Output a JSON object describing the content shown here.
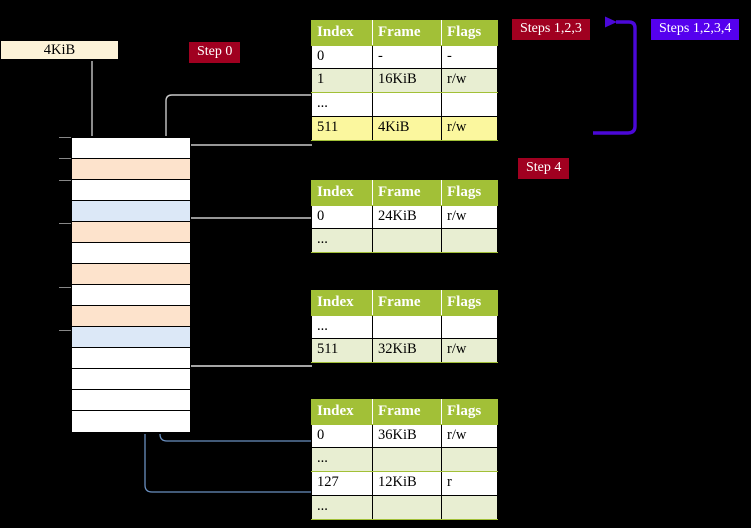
{
  "diagram": {
    "title_labels": {
      "memory_block": "4KiB",
      "step0": "Step 0",
      "step4": "Step 4",
      "steps123": "Steps 1,2,3",
      "steps1234": "Steps 1,2,3,4"
    },
    "colors": {
      "table_header": "#a2c037",
      "table_alt_row": "#e8eed2",
      "highlight": "#fbf79e",
      "badge_red": "#a00020",
      "badge_purple": "#5500ee",
      "memory_orange": "#fde3cc",
      "memory_blue": "#dce8f7",
      "memory_box": "#fdf3d8",
      "wire_gray": "#b0b0b0",
      "wire_blue": "#6a8fc0",
      "arrow_blue": "#4a6fa5",
      "arrow_gray": "#c8c8c8"
    },
    "tables": [
      {
        "name": "level4-table",
        "headers": [
          "Index",
          "Frame",
          "Flags"
        ],
        "rows": [
          {
            "index": "0",
            "frame": "-",
            "flags": "-",
            "alt": false,
            "highlight": false
          },
          {
            "index": "1",
            "frame": "16KiB",
            "flags": "r/w",
            "alt": true,
            "highlight": false
          },
          {
            "index": "...",
            "frame": "",
            "flags": "",
            "alt": false,
            "highlight": false
          },
          {
            "index": "511",
            "frame": "4KiB",
            "flags": "r/w",
            "alt": true,
            "highlight": true
          }
        ]
      },
      {
        "name": "level3-table",
        "headers": [
          "Index",
          "Frame",
          "Flags"
        ],
        "rows": [
          {
            "index": "0",
            "frame": "24KiB",
            "flags": "r/w",
            "alt": false,
            "highlight": false
          },
          {
            "index": "...",
            "frame": "",
            "flags": "",
            "alt": true,
            "highlight": false
          }
        ]
      },
      {
        "name": "level2-table",
        "headers": [
          "Index",
          "Frame",
          "Flags"
        ],
        "rows": [
          {
            "index": "...",
            "frame": "",
            "flags": "",
            "alt": false,
            "highlight": false
          },
          {
            "index": "511",
            "frame": "32KiB",
            "flags": "r/w",
            "alt": true,
            "highlight": false
          }
        ]
      },
      {
        "name": "level1-table",
        "headers": [
          "Index",
          "Frame",
          "Flags"
        ],
        "rows": [
          {
            "index": "0",
            "frame": "36KiB",
            "flags": "r/w",
            "alt": false,
            "highlight": false
          },
          {
            "index": "...",
            "frame": "",
            "flags": "",
            "alt": true,
            "highlight": false
          },
          {
            "index": "127",
            "frame": "12KiB",
            "flags": "r",
            "alt": false,
            "highlight": false
          },
          {
            "index": "...",
            "frame": "",
            "flags": "",
            "alt": true,
            "highlight": false
          }
        ]
      }
    ],
    "memory_rows": [
      {
        "fill": "white"
      },
      {
        "fill": "orange"
      },
      {
        "fill": "white"
      },
      {
        "fill": "blue"
      },
      {
        "fill": "orange"
      },
      {
        "fill": "white"
      },
      {
        "fill": "orange"
      },
      {
        "fill": "white"
      },
      {
        "fill": "orange"
      },
      {
        "fill": "blue"
      },
      {
        "fill": "white"
      },
      {
        "fill": "white"
      },
      {
        "fill": "white"
      },
      {
        "fill": "white"
      }
    ]
  }
}
